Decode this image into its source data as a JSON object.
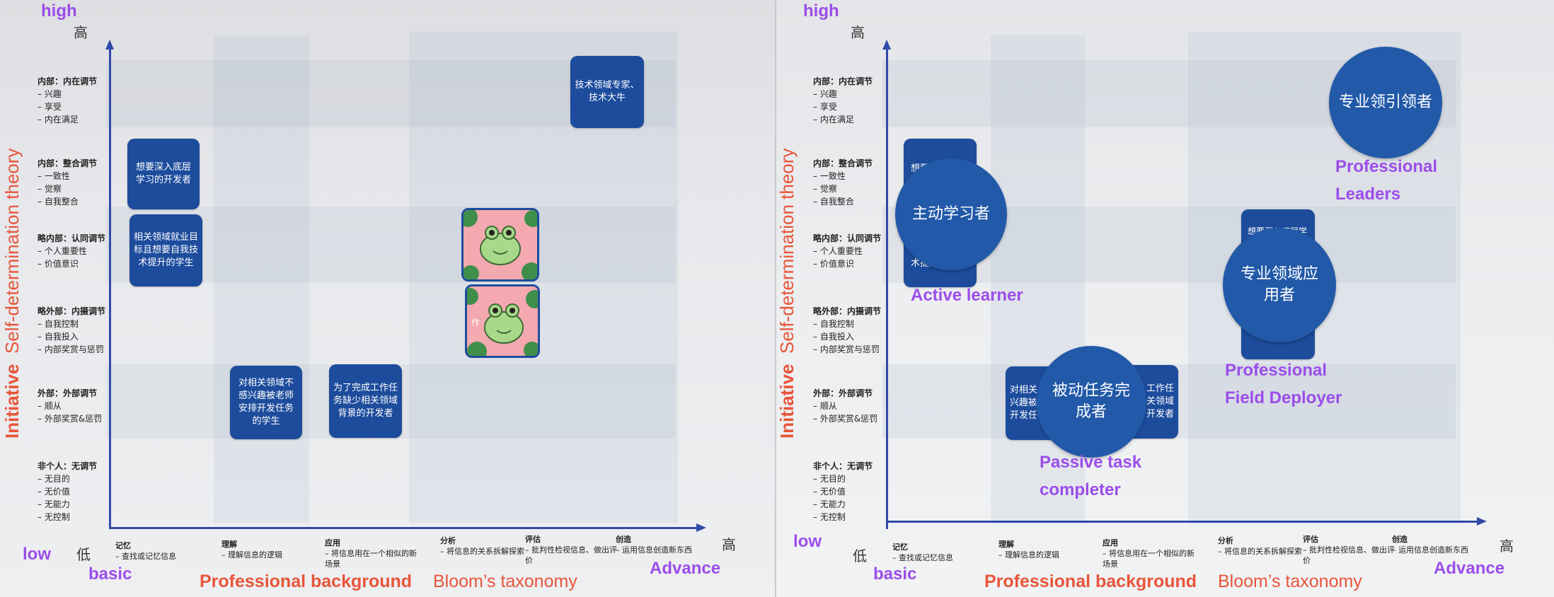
{
  "colors": {
    "box_blue": "#1d4c9c",
    "circle_blue": "#2259a8",
    "axis_blue": "#2f4aa8",
    "purple": "#9b4dea",
    "red_orange": "#e8553a"
  },
  "axis": {
    "high": "high",
    "low": "low",
    "basic": "basic",
    "advance": "Advance",
    "gao_y": "高",
    "di": "低",
    "gao_x": "高",
    "y_title_bold": "Initiative",
    "y_title_rest": "Self-determination theory",
    "x_title_bold": "Professional background",
    "x_title_rest": "Bloom’s taxonomy"
  },
  "y_levels": [
    {
      "title": "内部：内在调节",
      "items": [
        "– 兴趣",
        "– 享受",
        "– 内在满足"
      ]
    },
    {
      "title": "内部：整合调节",
      "items": [
        "– 一致性",
        "– 觉察",
        "– 自我整合"
      ]
    },
    {
      "title": "略内部：认同调节",
      "items": [
        "– 个人重要性",
        "– 价值意识"
      ]
    },
    {
      "title": "略外部：内摄调节",
      "items": [
        "– 自我控制",
        "– 自我投入",
        "– 内部奖赏与惩罚"
      ]
    },
    {
      "title": "外部：外部调节",
      "items": [
        "– 顺从",
        "– 外部奖赏&惩罚"
      ]
    },
    {
      "title": "非个人：无调节",
      "items": [
        "– 无目的",
        "– 无价值",
        "– 无能力",
        "– 无控制"
      ]
    }
  ],
  "x_levels": [
    {
      "title": "记忆",
      "desc": "– 查找或记忆信息"
    },
    {
      "title": "理解",
      "desc": "– 理解信息的逻辑"
    },
    {
      "title": "应用",
      "desc": "– 将信息用在一个相似的新场景"
    },
    {
      "title": "分析",
      "desc": "– 将信息的关系拆解探索"
    },
    {
      "title": "评估",
      "desc": "– 批判性检视信息、做出评价"
    },
    {
      "title": "创造",
      "desc": "– 运用信息创造新东西"
    }
  ],
  "left_boxes": {
    "expert": "技术领域专家、技术大牛",
    "deep_learner": "想要深入底层学习的开发者",
    "career_student": "相关领域就业目标且想要自我技术提升的学生",
    "uninterested_student": "对相关领域不感兴趣被老师安排开发任务的学生",
    "task_developer": "为了完成工作任务缺少相关领域背景的开发者",
    "partial_text": "作"
  },
  "right_circles": {
    "active": "主动学习者",
    "leader": "专业领引领者",
    "deployer": "专业领域应用者",
    "passive": "被动任务完成者"
  },
  "right_fragments": {
    "box1": "想要",
    "box1b": "术提",
    "box_left": "对相关兴趣被开发任",
    "box_right": "工作任关领域开发者",
    "box_top": "想要深入底层学"
  },
  "right_labels": {
    "active_en": "Active learner",
    "leader_en_1": "Professional",
    "leader_en_2": "Leaders",
    "deployer_en_1": "Professional",
    "deployer_en_2": "Field Deployer",
    "passive_en_1": "Passive task",
    "passive_en_2": "completer"
  }
}
